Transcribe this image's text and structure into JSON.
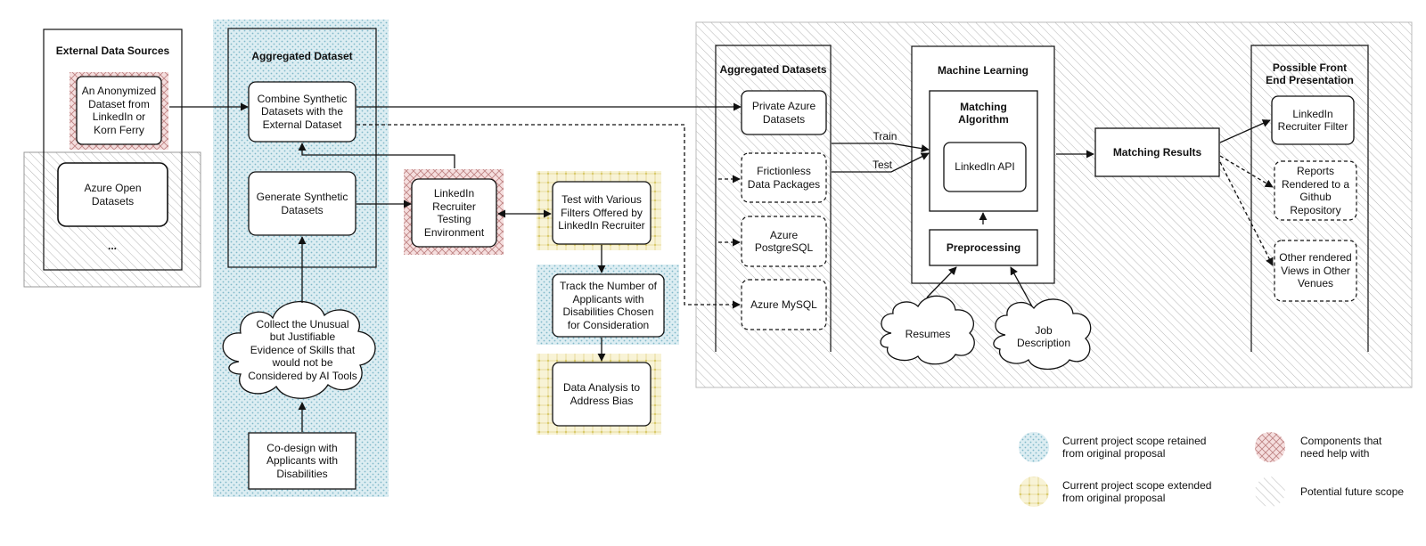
{
  "sections": {
    "external_title": "External Data Sources",
    "aggregated_title": "Aggregated Dataset",
    "aggregated_datasets_title": "Aggregated Datasets",
    "ml_title": "Machine Learning",
    "frontend_title": "Possible Front\nEnd Presentation"
  },
  "nodes": {
    "anonymized_dataset": "An Anonymized\nDataset from\nLinkedIn or\nKorn Ferry",
    "azure_open": "Azure Open\nDatasets",
    "ellipsis": "...",
    "combine": "Combine Synthetic\nDatasets with the\nExternal Dataset",
    "generate": "Generate Synthetic\nDatasets",
    "collect": "Collect the Unusual\nbut Justifiable\nEvidence of Skills that\nwould not be\nConsidered by AI Tools",
    "codesign": "Co-design with\nApplicants with\nDisabilities",
    "linkedin_test_env": "LinkedIn\nRecruiter\nTesting\nEnvironment",
    "test_filters": "Test with Various\nFilters Offered by\nLinkedIn Recruiter",
    "track": "Track the Number of\nApplicants with\nDisabilities Chosen\nfor Consideration",
    "data_analysis": "Data Analysis to\nAddress Bias",
    "private_azure": "Private Azure\nDatasets",
    "frictionless": "Frictionless\nData Packages",
    "postgres": "Azure\nPostgreSQL",
    "mysql": "Azure MySQL",
    "matching_algorithm": "Matching\nAlgorithm",
    "linkedin_api": "LinkedIn API",
    "preprocessing": "Preprocessing",
    "resumes": "Resumes",
    "job_description": "Job\nDescription",
    "matching_results": "Matching Results",
    "recruiter_filter": "LinkedIn\nRecruiter Filter",
    "reports": "Reports\nRendered to a\nGithub\nRepository",
    "other_views": "Other rendered\nViews in Other\nVenues"
  },
  "edge_labels": {
    "train": "Train",
    "test": "Test"
  },
  "legend": {
    "retained": "Current project scope retained\nfrom original proposal",
    "extended": "Current project scope extended\nfrom original proposal",
    "help": "Components that\nneed help with",
    "future": "Potential future scope"
  },
  "colors": {
    "retained": "#cfe6ee",
    "retained_dot": "#7fb8c9",
    "extended": "#f6f0c9",
    "extended_mark": "#d9c96a",
    "help": "#f3dada",
    "help_line": "#b86a6a",
    "future_line": "#b5b5b5",
    "stroke": "#111111"
  },
  "icons": {
    "retained": "dotted-blue-swatch",
    "extended": "yellow-pattern-swatch",
    "help": "red-crosshatch-swatch",
    "future": "gray-diagonal-swatch"
  }
}
